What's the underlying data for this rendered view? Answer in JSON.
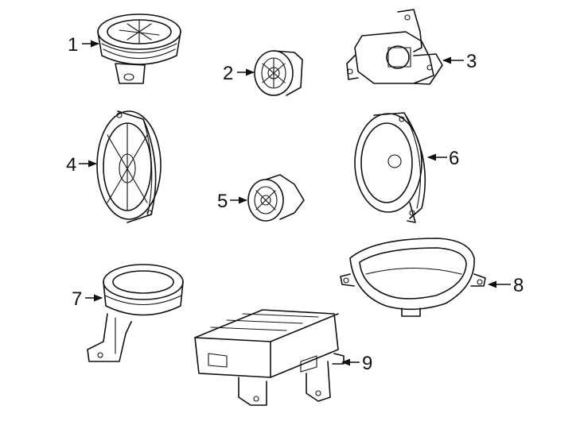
{
  "callouts": [
    {
      "id": "1"
    },
    {
      "id": "2"
    },
    {
      "id": "3"
    },
    {
      "id": "4"
    },
    {
      "id": "5"
    },
    {
      "id": "6"
    },
    {
      "id": "7"
    },
    {
      "id": "8"
    },
    {
      "id": "9"
    }
  ],
  "colors": {
    "line": "#111111",
    "background": "#ffffff"
  }
}
